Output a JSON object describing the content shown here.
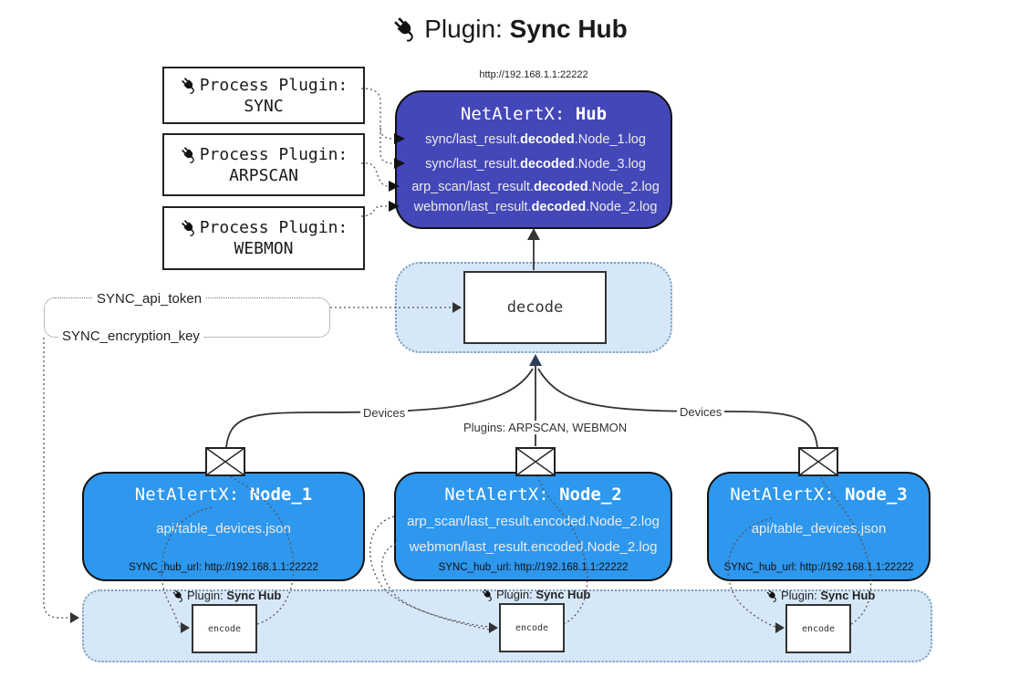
{
  "title": {
    "prefix": "Plugin:",
    "name": "Sync Hub"
  },
  "hub": {
    "url": "http://192.168.1.1:22222",
    "title_prefix": "NetAlertX:",
    "title_name": "Hub",
    "lines": [
      {
        "pre": "sync/last_result.",
        "bold": "decoded",
        "post": ".Node_1.log"
      },
      {
        "pre": "sync/last_result.",
        "bold": "decoded",
        "post": ".Node_3.log"
      },
      {
        "pre": "arp_scan/last_result.",
        "bold": "decoded",
        "post": ".Node_2.log"
      },
      {
        "pre": "webmon/last_result.",
        "bold": "decoded",
        "post": ".Node_2.log"
      }
    ]
  },
  "process_plugins": [
    {
      "label": "Process Plugin:",
      "name": "SYNC"
    },
    {
      "label": "Process Plugin:",
      "name": "ARPSCAN"
    },
    {
      "label": "Process Plugin:",
      "name": "WEBMON"
    }
  ],
  "settings": {
    "api_token": "SYNC_api_token",
    "encryption_key": "SYNC_encryption_key"
  },
  "edges": {
    "devices_left": "Devices",
    "devices_right": "Devices",
    "plugins_mid": "Plugins: ARPSCAN, WEBMON"
  },
  "decode": {
    "label": "decode"
  },
  "nodes": [
    {
      "title_prefix": "NetAlertX:",
      "title_name": "Node_1",
      "lines": [
        "api/table_devices.json"
      ],
      "hub_url": "SYNC_hub_url: http://192.168.1.1:22222"
    },
    {
      "title_prefix": "NetAlertX:",
      "title_name": "Node_2",
      "lines": [
        "arp_scan/last_result.encoded.Node_2.log",
        "webmon/last_result.encoded.Node_2.log"
      ],
      "hub_url": "SYNC_hub_url: http://192.168.1.1:22222"
    },
    {
      "title_prefix": "NetAlertX:",
      "title_name": "Node_3",
      "lines": [
        "api/table_devices.json"
      ],
      "hub_url": "SYNC_hub_url: http://192.168.1.1:22222"
    }
  ],
  "encoders": [
    {
      "label_prefix": "Plugin:",
      "label_name": "Sync Hub",
      "box": "encode"
    },
    {
      "label_prefix": "Plugin:",
      "label_name": "Sync Hub",
      "box": "encode"
    },
    {
      "label_prefix": "Plugin:",
      "label_name": "Sync Hub",
      "box": "encode"
    }
  ],
  "colors": {
    "hub": "#4347B8",
    "node": "#2E97EE",
    "panel": "#D6E8F8",
    "panel-border": "#7E9CC0"
  }
}
